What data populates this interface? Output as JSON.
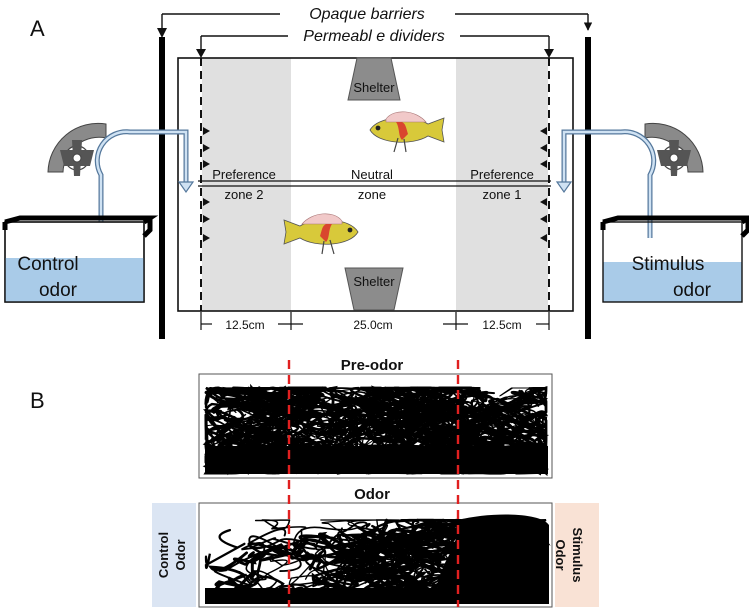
{
  "panel_a": {
    "letter": "A",
    "opaque_label": "Opaque barriers",
    "permeable_label": "Permeabl e dividers",
    "shelter_top": "Shelter",
    "shelter_bottom": "Shelter",
    "zone_left_line1": "Preference",
    "zone_left_line2": "zone 2",
    "zone_mid_line1": "Neutral",
    "zone_mid_line2": "zone",
    "zone_right_line1": "Preference",
    "zone_right_line2": "zone 1",
    "dim_left": "12.5cm",
    "dim_mid": "25.0cm",
    "dim_right": "12.5cm",
    "left_tank_line1": "Control",
    "left_tank_line2": "odor",
    "right_tank_line1": "Stimulus",
    "right_tank_line2": "odor",
    "colors": {
      "zone_gray": "#e0e0e0",
      "water_blue": "#a9cbe8",
      "pump_gray": "#7f7f7f",
      "fish_yellow": "#d8c93a",
      "fish_red": "#d9452e"
    }
  },
  "panel_b": {
    "letter": "B",
    "pre_title": "Pre-odor",
    "odor_title": "Odor",
    "control_line1": "Control",
    "control_line2": "Odor",
    "stimulus_line1": "Stimulus",
    "stimulus_line2": "Odor",
    "colors": {
      "divider_red": "#e02020",
      "control_bg": "#dbe5f3",
      "stimulus_bg": "#f9e2d5"
    }
  }
}
